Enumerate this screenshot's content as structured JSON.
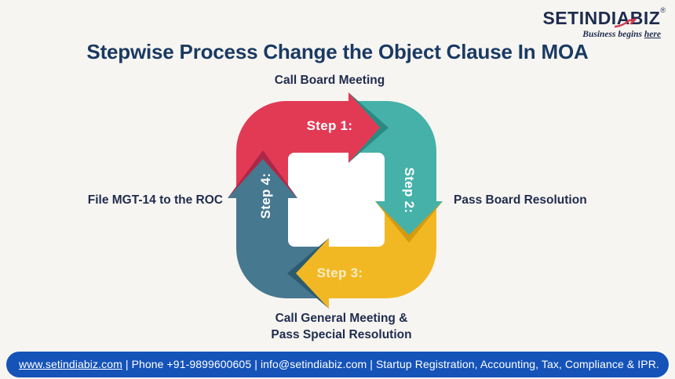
{
  "logo": {
    "brand": "SETINDIABIZ",
    "registered": "®",
    "tagline_prefix": "Business begins ",
    "tagline_link": "here",
    "swoosh_color": "#d43b4f",
    "navy": "#1e2b4f"
  },
  "title": "Stepwise Process Change the Object Clause In MOA",
  "diagram": {
    "steps": [
      {
        "label": "Step 1:",
        "caption": "Call Board Meeting",
        "color": "#e23a55",
        "dark": "#ad2746"
      },
      {
        "label": "Step 2:",
        "caption": "Pass Board Resolution",
        "color": "#45b1a8",
        "dark": "#2a8a82"
      },
      {
        "label": "Step 3:",
        "caption": "Call General Meeting & Pass Special Resolution",
        "caption_lines": [
          "Call General Meeting &",
          "Pass Special Resolution"
        ],
        "color": "#f2b824",
        "dark": "#d49a10"
      },
      {
        "label": "Step 4:",
        "caption": "File MGT-14 to the ROC",
        "color": "#46788f",
        "dark": "#2c5b6e"
      }
    ],
    "inner_color": "#ffffff"
  },
  "footer": {
    "background": "#1553b8",
    "link": "www.setindiabiz.com",
    "separator": " | ",
    "phone": "Phone +91-9899600605",
    "email": "info@setindiabiz.com",
    "services": "Startup Registration, Accounting, Tax, Compliance & IPR."
  }
}
